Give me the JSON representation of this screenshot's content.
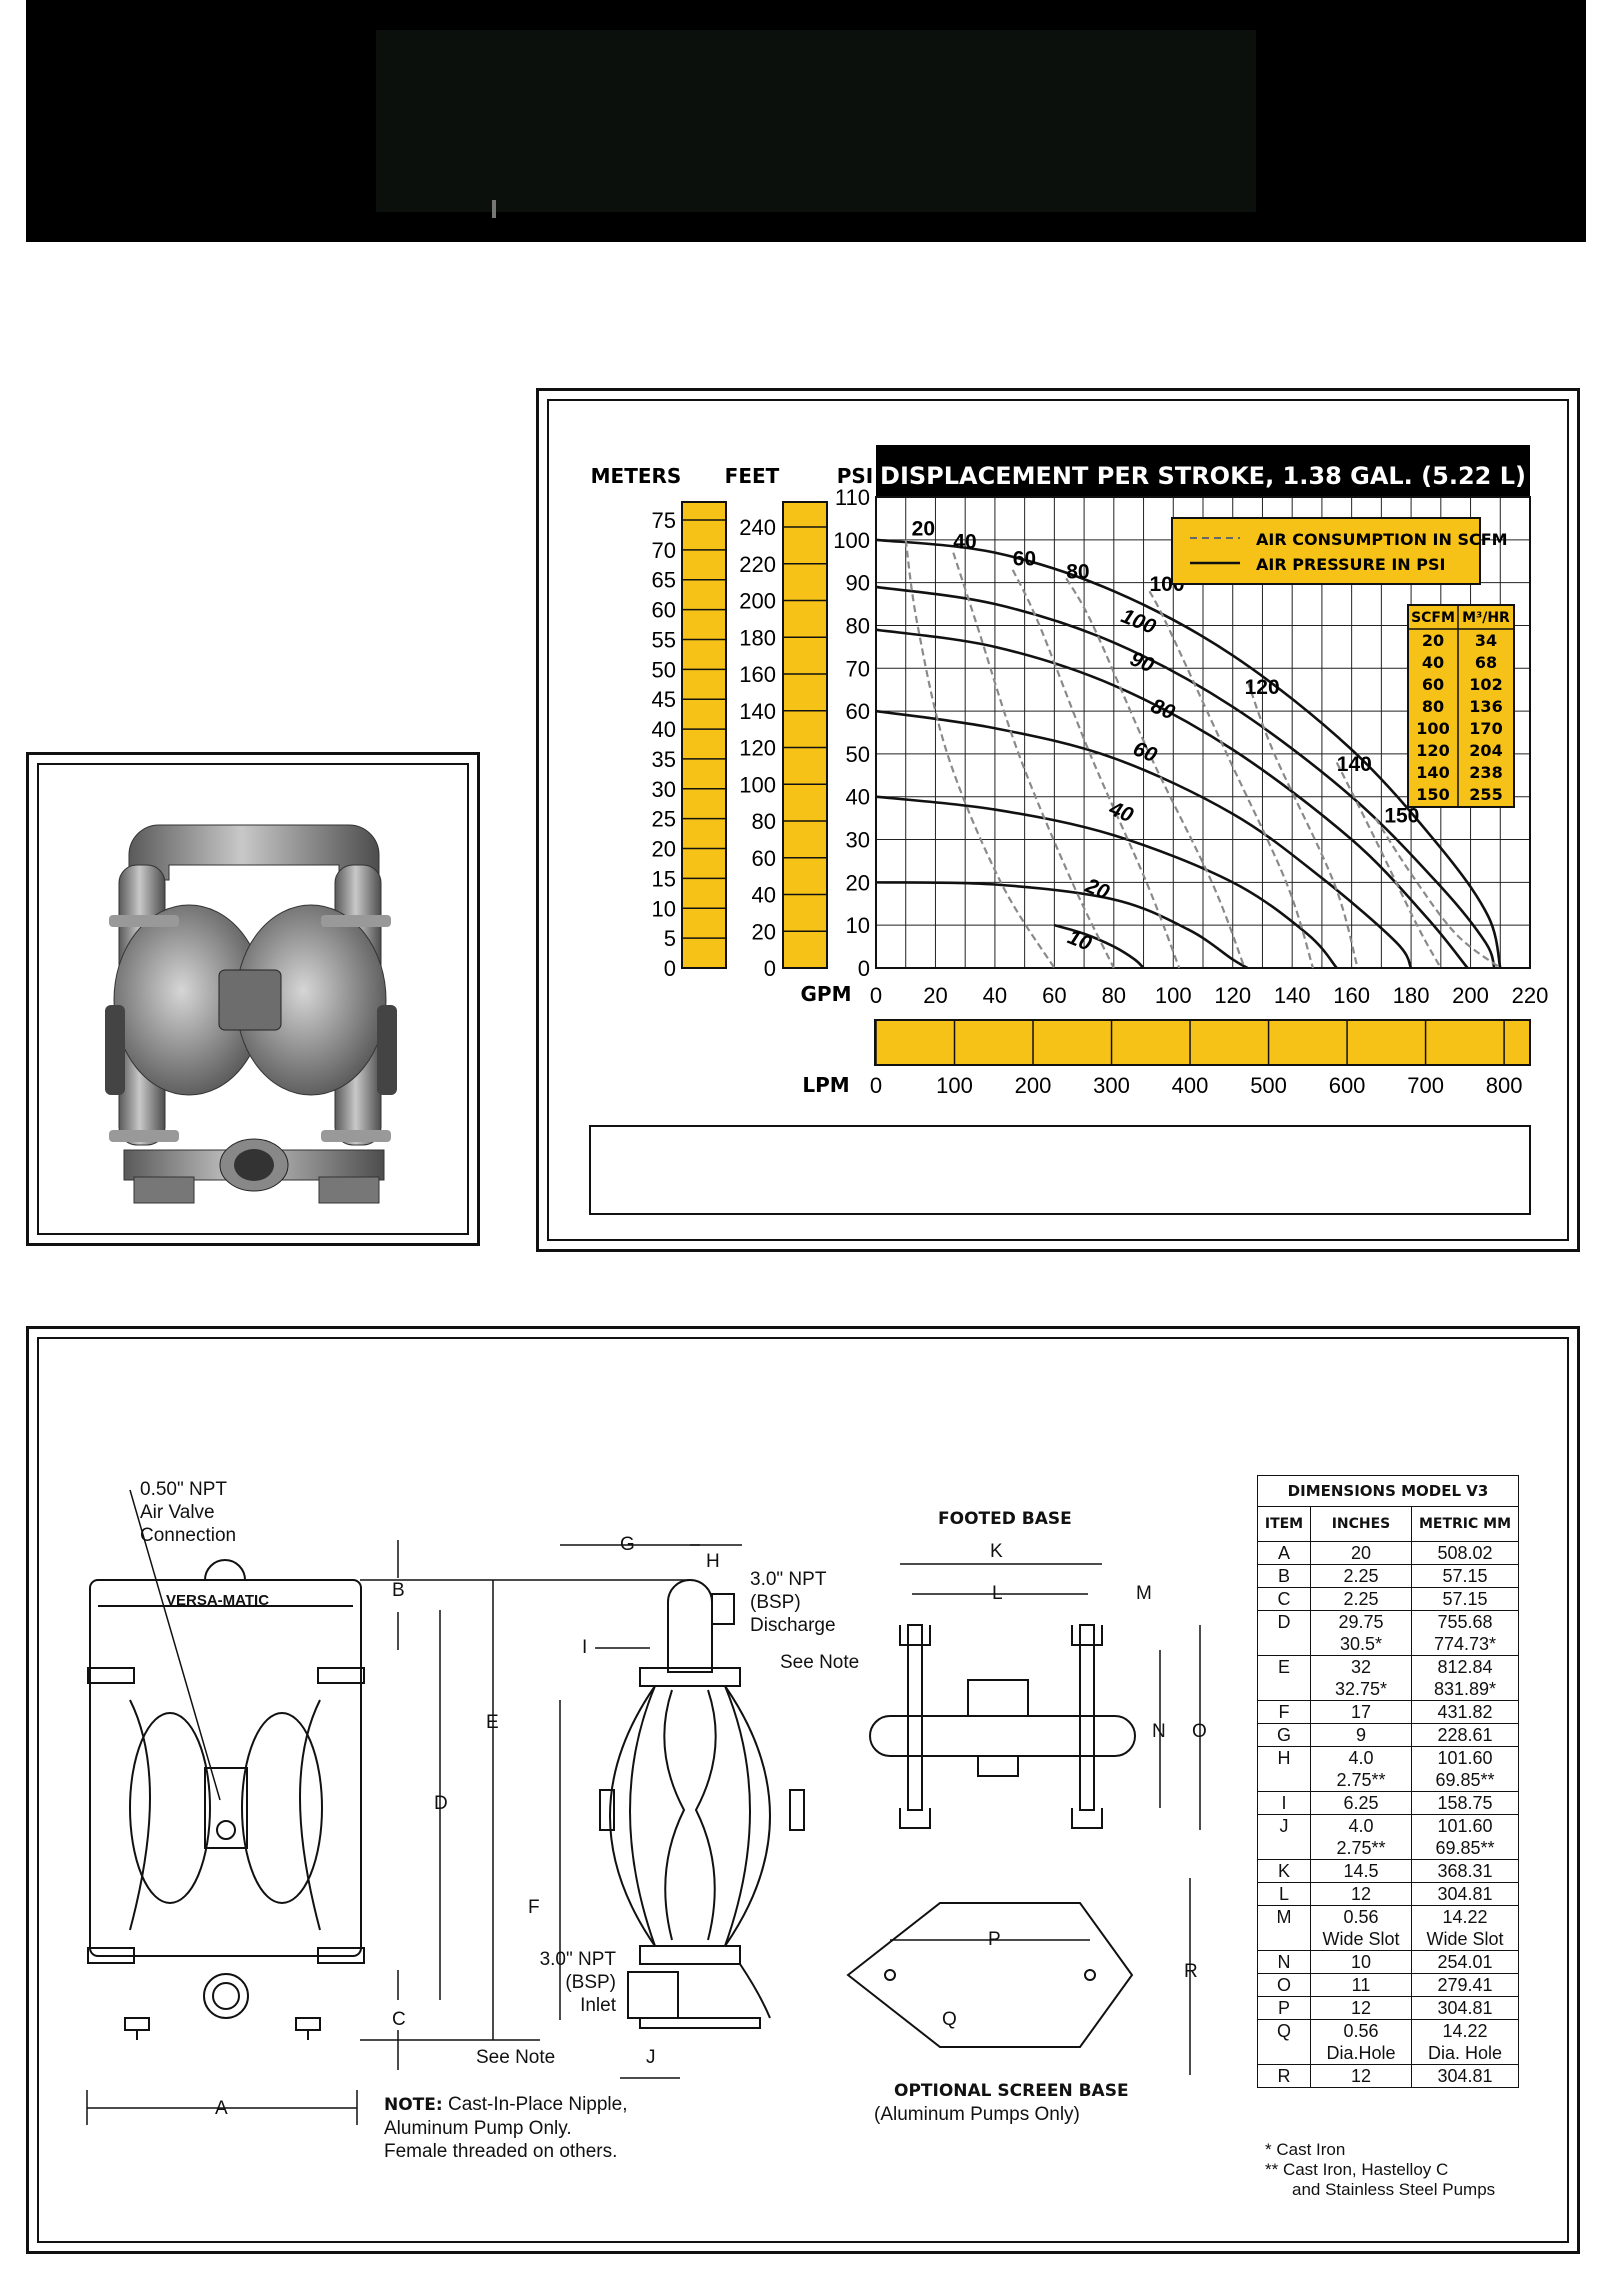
{
  "chart_data": {
    "type": "line",
    "title": "DISPLACEMENT PER STROKE, 1.38 GAL. (5.22 L)",
    "xlabel": "GPM",
    "x_secondary_label": "LPM",
    "ylabel": "PSI",
    "y_secondary_labels": [
      "METERS",
      "FEET"
    ],
    "xlim": [
      0,
      220
    ],
    "ylim": [
      0,
      110
    ],
    "x_ticks": [
      "0",
      "20",
      "40",
      "60",
      "80",
      "100",
      "120",
      "140",
      "160",
      "180",
      "200",
      "220"
    ],
    "lpm_ticks": [
      "0",
      "100",
      "200",
      "300",
      "400",
      "500",
      "600",
      "700",
      "800"
    ],
    "psi_ticks": [
      "0",
      "10",
      "20",
      "30",
      "40",
      "50",
      "60",
      "70",
      "80",
      "90",
      "100",
      "110"
    ],
    "feet_ticks": [
      "0",
      "20",
      "40",
      "60",
      "80",
      "100",
      "120",
      "140",
      "160",
      "180",
      "200",
      "220",
      "240"
    ],
    "meters_ticks": [
      "0",
      "5",
      "10",
      "15",
      "20",
      "25",
      "30",
      "35",
      "40",
      "45",
      "50",
      "55",
      "60",
      "65",
      "70",
      "75"
    ],
    "legend": [
      "AIR CONSUMPTION IN SCFM",
      "AIR PRESSURE IN PSI"
    ],
    "legend_position": "top-right",
    "grid": true,
    "series": [
      {
        "name": "100",
        "kind": "air_pressure",
        "points": [
          [
            0,
            100
          ],
          [
            40,
            97
          ],
          [
            80,
            88
          ],
          [
            120,
            73
          ],
          [
            160,
            51
          ],
          [
            190,
            28
          ],
          [
            206,
            12
          ],
          [
            210,
            0
          ]
        ]
      },
      {
        "name": "90",
        "kind": "air_pressure",
        "points": [
          [
            0,
            89
          ],
          [
            40,
            85
          ],
          [
            80,
            76
          ],
          [
            120,
            61
          ],
          [
            160,
            40
          ],
          [
            190,
            19
          ],
          [
            205,
            6
          ],
          [
            208,
            0
          ]
        ]
      },
      {
        "name": "80",
        "kind": "air_pressure",
        "points": [
          [
            0,
            79
          ],
          [
            40,
            75
          ],
          [
            80,
            66
          ],
          [
            120,
            51
          ],
          [
            160,
            30
          ],
          [
            185,
            12
          ],
          [
            199,
            0
          ]
        ]
      },
      {
        "name": "60",
        "kind": "air_pressure",
        "points": [
          [
            0,
            60
          ],
          [
            40,
            56
          ],
          [
            80,
            49
          ],
          [
            120,
            36
          ],
          [
            150,
            21
          ],
          [
            175,
            6
          ],
          [
            180,
            0
          ]
        ]
      },
      {
        "name": "40",
        "kind": "air_pressure",
        "points": [
          [
            0,
            40
          ],
          [
            40,
            37
          ],
          [
            80,
            31
          ],
          [
            120,
            20
          ],
          [
            145,
            8
          ],
          [
            155,
            0
          ]
        ]
      },
      {
        "name": "20",
        "kind": "air_pressure",
        "points": [
          [
            0,
            20
          ],
          [
            40,
            19.5
          ],
          [
            80,
            16
          ],
          [
            105,
            9
          ],
          [
            120,
            2
          ],
          [
            125,
            0
          ]
        ]
      },
      {
        "name": "10",
        "kind": "air_pressure",
        "points": [
          [
            60,
            10
          ],
          [
            70,
            8
          ],
          [
            80,
            5
          ],
          [
            87,
            2
          ],
          [
            90,
            0
          ]
        ]
      },
      {
        "name": "20",
        "kind": "air_consumption",
        "points": [
          [
            10,
            100
          ],
          [
            14,
            80
          ],
          [
            24,
            50
          ],
          [
            42,
            20
          ],
          [
            60,
            0
          ]
        ]
      },
      {
        "name": "40",
        "kind": "air_consumption",
        "points": [
          [
            26,
            97
          ],
          [
            34,
            80
          ],
          [
            48,
            50
          ],
          [
            66,
            20
          ],
          [
            80,
            0
          ]
        ]
      },
      {
        "name": "60",
        "kind": "air_consumption",
        "points": [
          [
            46,
            93
          ],
          [
            55,
            80
          ],
          [
            72,
            50
          ],
          [
            91,
            20
          ],
          [
            102,
            0
          ]
        ]
      },
      {
        "name": "80",
        "kind": "air_consumption",
        "points": [
          [
            64,
            91
          ],
          [
            73,
            80
          ],
          [
            92,
            50
          ],
          [
            113,
            20
          ],
          [
            124,
            0
          ]
        ]
      },
      {
        "name": "100",
        "kind": "air_consumption",
        "points": [
          [
            92,
            88
          ],
          [
            98,
            80
          ],
          [
            118,
            50
          ],
          [
            138,
            20
          ],
          [
            147,
            0
          ]
        ]
      },
      {
        "name": "120",
        "kind": "air_consumption",
        "points": [
          [
            125,
            67
          ],
          [
            134,
            50
          ],
          [
            154,
            20
          ],
          [
            162,
            0
          ]
        ]
      },
      {
        "name": "140",
        "kind": "air_consumption",
        "points": [
          [
            155,
            48
          ],
          [
            168,
            30
          ],
          [
            182,
            10
          ],
          [
            190,
            0
          ]
        ]
      },
      {
        "name": "150",
        "kind": "air_consumption",
        "points": [
          [
            168,
            35
          ],
          [
            180,
            22
          ],
          [
            195,
            8
          ],
          [
            210,
            0
          ]
        ]
      }
    ],
    "annotations": [
      "20",
      "40",
      "60",
      "80",
      "100",
      "100",
      "90",
      "80",
      "60",
      "40",
      "20",
      "10",
      "120",
      "140",
      "150"
    ],
    "scfm_table": {
      "headers": [
        "SCFM",
        "M³/HR"
      ],
      "rows": [
        [
          "20",
          "34"
        ],
        [
          "40",
          "68"
        ],
        [
          "60",
          "102"
        ],
        [
          "80",
          "136"
        ],
        [
          "100",
          "170"
        ],
        [
          "120",
          "204"
        ],
        [
          "140",
          "238"
        ],
        [
          "150",
          "255"
        ]
      ]
    }
  },
  "colors": {
    "accent_yellow": "#f6c218",
    "banner": "#000000",
    "line": "#111111",
    "dashed_line": "#888888"
  },
  "dimensions": {
    "title": "DIMENSIONS MODEL V3",
    "headers": [
      "ITEM",
      "INCHES",
      "METRIC MM"
    ],
    "rows": [
      {
        "item": "A",
        "inches": [
          "20"
        ],
        "mm": [
          "508.02"
        ]
      },
      {
        "item": "B",
        "inches": [
          "2.25"
        ],
        "mm": [
          "57.15"
        ]
      },
      {
        "item": "C",
        "inches": [
          "2.25"
        ],
        "mm": [
          "57.15"
        ]
      },
      {
        "item": "D",
        "inches": [
          "29.75",
          "30.5*"
        ],
        "mm": [
          "755.68",
          "774.73*"
        ]
      },
      {
        "item": "E",
        "inches": [
          "32",
          "32.75*"
        ],
        "mm": [
          "812.84",
          "831.89*"
        ]
      },
      {
        "item": "F",
        "inches": [
          "17"
        ],
        "mm": [
          "431.82"
        ]
      },
      {
        "item": "G",
        "inches": [
          "9"
        ],
        "mm": [
          "228.61"
        ]
      },
      {
        "item": "H",
        "inches": [
          "4.0",
          "2.75**"
        ],
        "mm": [
          "101.60",
          "69.85**"
        ]
      },
      {
        "item": "I",
        "inches": [
          "6.25"
        ],
        "mm": [
          "158.75"
        ]
      },
      {
        "item": "J",
        "inches": [
          "4.0",
          "2.75**"
        ],
        "mm": [
          "101.60",
          "69.85**"
        ]
      },
      {
        "item": "K",
        "inches": [
          "14.5"
        ],
        "mm": [
          "368.31"
        ]
      },
      {
        "item": "L",
        "inches": [
          "12"
        ],
        "mm": [
          "304.81"
        ]
      },
      {
        "item": "M",
        "inches": [
          "0.56",
          "Wide Slot"
        ],
        "mm": [
          "14.22",
          "Wide Slot"
        ]
      },
      {
        "item": "N",
        "inches": [
          "10"
        ],
        "mm": [
          "254.01"
        ]
      },
      {
        "item": "O",
        "inches": [
          "11"
        ],
        "mm": [
          "279.41"
        ]
      },
      {
        "item": "P",
        "inches": [
          "12"
        ],
        "mm": [
          "304.81"
        ]
      },
      {
        "item": "Q",
        "inches": [
          "0.56",
          "Dia.Hole"
        ],
        "mm": [
          "14.22",
          "Dia. Hole"
        ]
      },
      {
        "item": "R",
        "inches": [
          "12"
        ],
        "mm": [
          "304.81"
        ]
      }
    ],
    "footnotes": [
      "*  Cast Iron",
      "**  Cast Iron, Hastelloy C",
      "and Stainless Steel Pumps"
    ]
  },
  "drawing": {
    "air_valve": [
      "0.50\" NPT",
      "Air Valve",
      "Connection"
    ],
    "brand": "VERSA-MATIC",
    "discharge": [
      "3.0\" NPT",
      "(BSP)",
      "Discharge"
    ],
    "see_note": "See Note",
    "inlet": [
      "3.0\" NPT",
      "(BSP)",
      "Inlet"
    ],
    "footed_base": "FOOTED BASE",
    "screen_base": "OPTIONAL SCREEN BASE",
    "screen_base_note": "(Aluminum Pumps Only)",
    "note_label": "NOTE:",
    "note_lines": [
      "Cast-In-Place Nipple,",
      "Aluminum Pump Only.",
      "Female threaded on others."
    ],
    "letters": {
      "A": "A",
      "B": "B",
      "C": "C",
      "D": "D",
      "E": "E",
      "F": "F",
      "G": "G",
      "H": "H",
      "I": "I",
      "J": "J",
      "K": "K",
      "L": "L",
      "M": "M",
      "N": "N",
      "O": "O",
      "P": "P",
      "Q": "Q",
      "R": "R"
    }
  }
}
